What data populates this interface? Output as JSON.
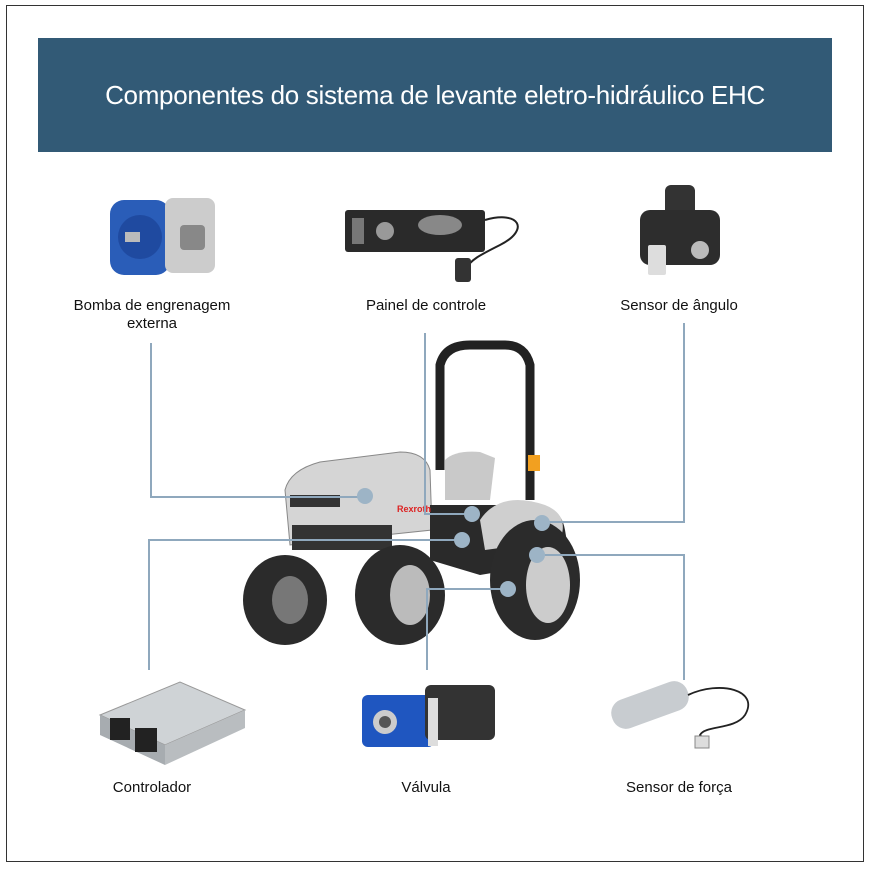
{
  "title": "Componentes do sistema de levante eletro-hidráulico EHC",
  "components": [
    {
      "id": "pump",
      "label": "Bomba de engrenagem externa",
      "icon": "gear-pump-icon"
    },
    {
      "id": "panel",
      "label": "Painel de controle",
      "icon": "control-panel-icon"
    },
    {
      "id": "angle",
      "label": "Sensor de ângulo",
      "icon": "angle-sensor-icon"
    },
    {
      "id": "controller",
      "label": "Controlador",
      "icon": "controller-icon"
    },
    {
      "id": "valve",
      "label": "Válvula",
      "icon": "valve-icon"
    },
    {
      "id": "force",
      "label": "Sensor de força",
      "icon": "force-sensor-icon"
    }
  ],
  "colors": {
    "header": "#325a76",
    "connector": "#8fa8bd",
    "dot": "#9db4c6"
  }
}
